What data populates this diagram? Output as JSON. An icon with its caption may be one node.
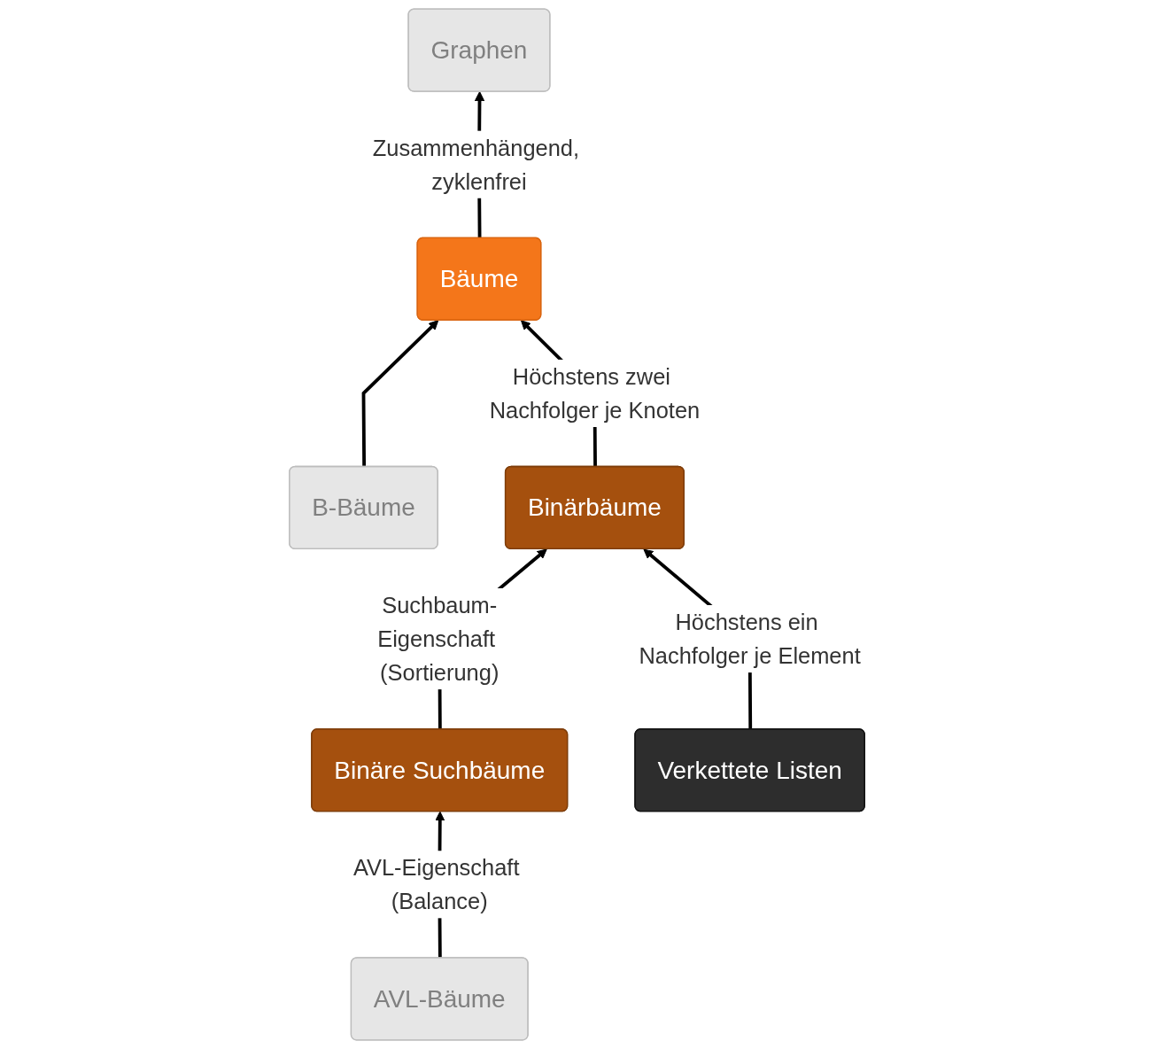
{
  "diagram": {
    "nodes": [
      {
        "text": [
          "Graphen"
        ]
      },
      {
        "text": [
          "Bäume"
        ]
      },
      {
        "text": [
          "B-Bäume"
        ]
      },
      {
        "text": [
          "Binärbäume"
        ]
      },
      {
        "text": [
          "Binäre Suchbäume"
        ]
      },
      {
        "text": [
          "Verkettete Listen"
        ]
      },
      {
        "text": [
          "AVL-Bäume"
        ]
      }
    ],
    "edges": [
      {
        "from": 1,
        "to": 0,
        "arrow": "to",
        "label": "Zusammenhängend, zyklenfrei"
      },
      {
        "from": 2,
        "to": 1,
        "arrow": "to"
      },
      {
        "from": 3,
        "to": 1,
        "arrow": "to",
        "label": "Höchstens zwei Nachfolger je Knoten"
      },
      {
        "from": 4,
        "to": 3,
        "arrow": "to",
        "label": "Suchbaum-Eigenschaft (Sortierung)"
      },
      {
        "from": 5,
        "to": 3,
        "arrow": "to",
        "label": "Höchstens ein Nachfolger je Element"
      },
      {
        "from": 6,
        "to": 4,
        "arrow": "to",
        "label": "AVL-Eigenschaft (Balance)"
      }
    ]
  }
}
